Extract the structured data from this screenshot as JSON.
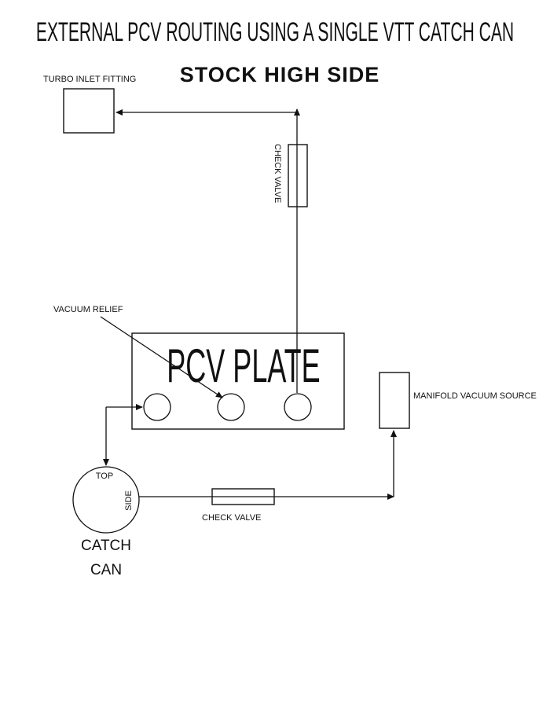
{
  "title": "EXTERNAL PCV ROUTING USING  A SINGLE VTT CATCH CAN",
  "subtitle": "STOCK HIGH SIDE",
  "labels": {
    "turbo_inlet": "TURBO INLET FITTING",
    "check_valve_vertical": "CHECK VALVE",
    "vacuum_relief": "VACUUM RELIEF",
    "pcv_plate": "PCV PLATE",
    "manifold_vacuum": "MANIFOLD VACUUM SOURCE",
    "catch_can_top": "TOP",
    "catch_can_side": "SIDE",
    "catch_can_line1": "CATCH",
    "catch_can_line2": "CAN",
    "check_valve_horizontal": "CHECK VALVE"
  }
}
